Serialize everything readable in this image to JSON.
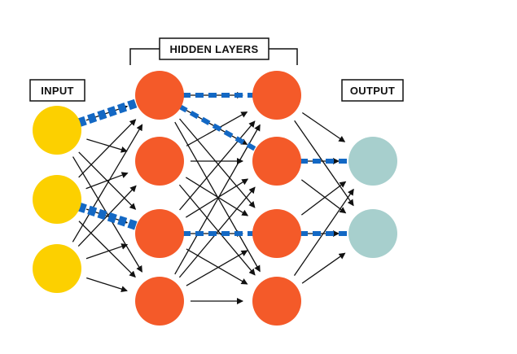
{
  "labels": {
    "input": "INPUT",
    "hidden": "HIDDEN LAYERS",
    "output": "OUTPUT"
  },
  "colors": {
    "input_node": "#fcd000",
    "hidden_node": "#f45a29",
    "output_node": "#a7cfcd",
    "highlight_path": "#1368c4",
    "edge": "#111111"
  },
  "network": {
    "layers": [
      {
        "name": "input",
        "nodes": 3
      },
      {
        "name": "hidden-1",
        "nodes": 4
      },
      {
        "name": "hidden-2",
        "nodes": 4
      },
      {
        "name": "output",
        "nodes": 2
      }
    ],
    "highlighted_edges": [
      {
        "from": [
          0,
          0
        ],
        "to": [
          1,
          0
        ]
      },
      {
        "from": [
          0,
          1
        ],
        "to": [
          1,
          2
        ]
      },
      {
        "from": [
          1,
          0
        ],
        "to": [
          2,
          0
        ]
      },
      {
        "from": [
          1,
          0
        ],
        "to": [
          2,
          1
        ]
      },
      {
        "from": [
          1,
          2
        ],
        "to": [
          2,
          2
        ]
      },
      {
        "from": [
          2,
          1
        ],
        "to": [
          3,
          0
        ]
      },
      {
        "from": [
          2,
          2
        ],
        "to": [
          3,
          1
        ]
      }
    ]
  }
}
